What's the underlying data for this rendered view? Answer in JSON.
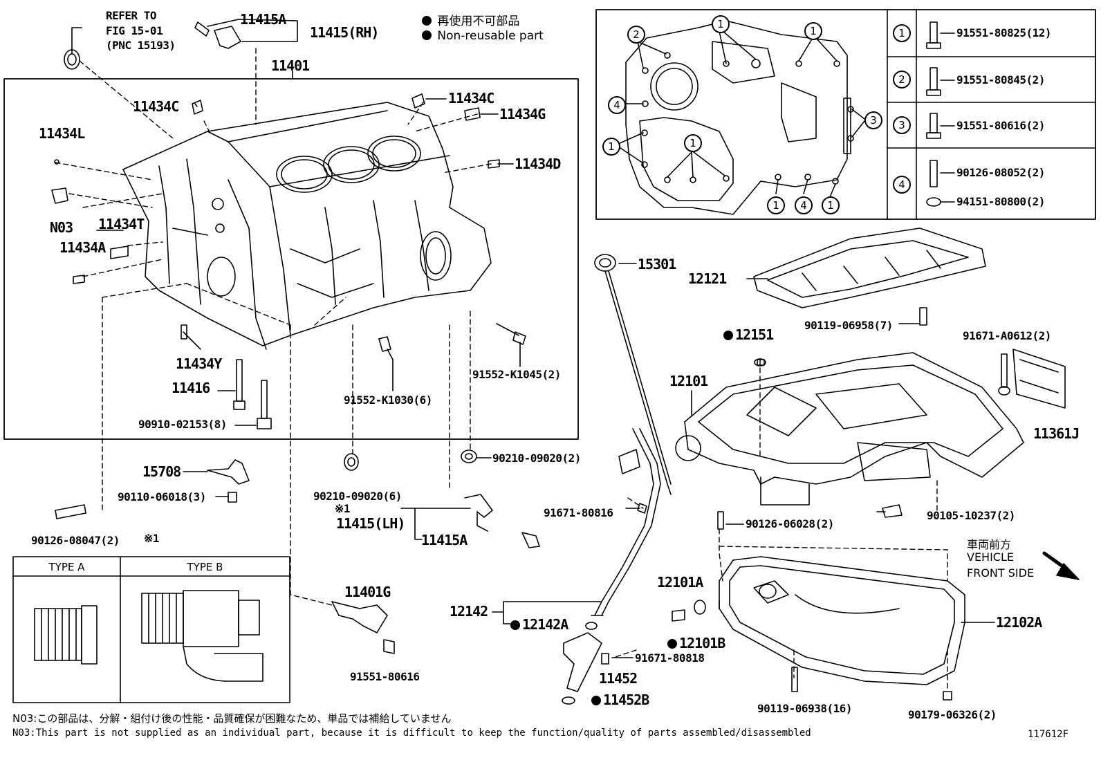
{
  "legend": {
    "jp": "再使用不可部品",
    "en": "Non-reusable part"
  },
  "refer": {
    "line1": "REFER TO",
    "line2": "FIG 15-01",
    "line3": "(PNC 15193)"
  },
  "parts": {
    "p11415a_top": "11415A",
    "p11415rh": "11415(RH)",
    "p11401": "11401",
    "p11434c_left": "11434C",
    "p11434c_right": "11434C",
    "p11434g": "11434G",
    "p11434l": "11434L",
    "p11434d": "11434D",
    "n03": "N03",
    "p11434t": "11434T",
    "p11434a": "11434A",
    "p11434y": "11434Y",
    "p11416": "11416",
    "p90910": "90910-02153(8)",
    "p91552_k1030": "91552-K1030(6)",
    "p91552_k1045": "91552-K1045(2)",
    "p15708": "15708",
    "p90110": "90110-06018(3)",
    "p90126_08047": "90126-08047(2)",
    "p90210_6": "90210-09020(6)",
    "p90210_2": "90210-09020(2)",
    "note_mark1": "※1",
    "note_mark2": "※1",
    "p11415lh": "11415(LH)",
    "p11415a_bot": "11415A",
    "p11401g": "11401G",
    "p91551_80616": "91551-80616",
    "p15301": "15301",
    "p12121": "12121",
    "p90119_06958": "90119-06958(7)",
    "p12151": "12151",
    "p91671_a0612": "91671-A0612(2)",
    "p12101": "12101",
    "p11361j": "11361J",
    "p91671_80816": "91671-80816",
    "p90126_06028": "90126-06028(2)",
    "p90105": "90105-10237(2)",
    "p12142": "12142",
    "p12142a": "12142A",
    "p12101a": "12101A",
    "p12101b": "12101B",
    "p91671_80818": "91671-80818",
    "p11452": "11452",
    "p11452b": "11452B",
    "p12102a": "12102A",
    "p90119_06938": "90119-06938(16)",
    "p90179": "90179-06326(2)"
  },
  "front": {
    "jp": "車両前方",
    "en1": "VEHICLE",
    "en2": "FRONT SIDE"
  },
  "type_table": {
    "a": "TYPE A",
    "b": "TYPE B"
  },
  "bolt_table": [
    {
      "key": "1",
      "parts": [
        "91551-80825(12)"
      ]
    },
    {
      "key": "2",
      "parts": [
        "91551-80845(2)"
      ]
    },
    {
      "key": "3",
      "parts": [
        "91551-80616(2)"
      ]
    },
    {
      "key": "4",
      "parts": [
        "90126-08052(2)",
        "94151-80800(2)"
      ]
    }
  ],
  "inset_marks": {
    "m1": "1",
    "m2": "2",
    "m3": "3",
    "m4": "4"
  },
  "notes": {
    "jp": "N03:この部品は、分解・組付け後の性能・品質確保が困難なため、単品では補給していません",
    "en": "N03:This part is not supplied as an individual part, because it is difficult to keep the function/quality of parts assembled/disassembled"
  },
  "figure_id": "117612F"
}
